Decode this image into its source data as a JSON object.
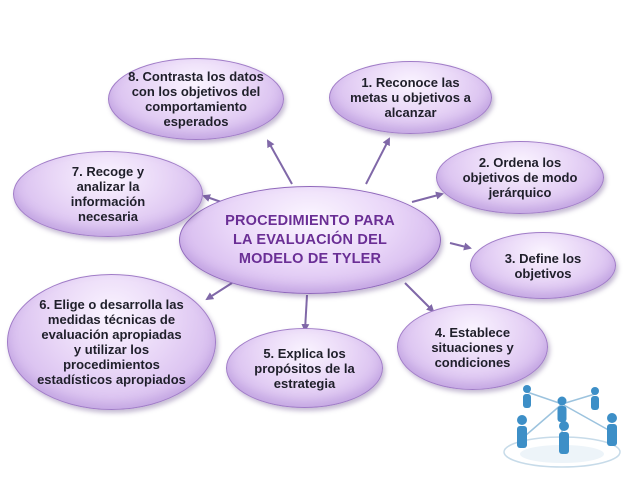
{
  "center": {
    "label": "PROCEDIMIENTO PARA LA EVALUACIÓN DEL MODELO DE TYLER"
  },
  "steps": [
    {
      "label": "1. Reconoce las metas u objetivos a alcanzar"
    },
    {
      "label": "2. Ordena los objetivos de modo jerárquico"
    },
    {
      "label": "3. Define los objetivos"
    },
    {
      "label": "4. Establece situaciones y condiciones"
    },
    {
      "label": "5. Explica los propósitos de la estrategia"
    },
    {
      "label": "6. Elige o desarrolla las medidas técnicas de evaluación apropiadas y utilizar los procedimientos estadísticos apropiados"
    },
    {
      "label": "7. Recoge y analizar la información necesaria"
    },
    {
      "label": "8. Contrasta los datos con los objetivos del comportamiento esperados"
    }
  ],
  "colors": {
    "node_fill": "#e7d4f6",
    "node_border": "#a07cc7",
    "center_text": "#6a2e95",
    "arrow": "#8068a8",
    "people": "#3d8fc7"
  },
  "decoration": {
    "icon": "people-network-icon"
  }
}
